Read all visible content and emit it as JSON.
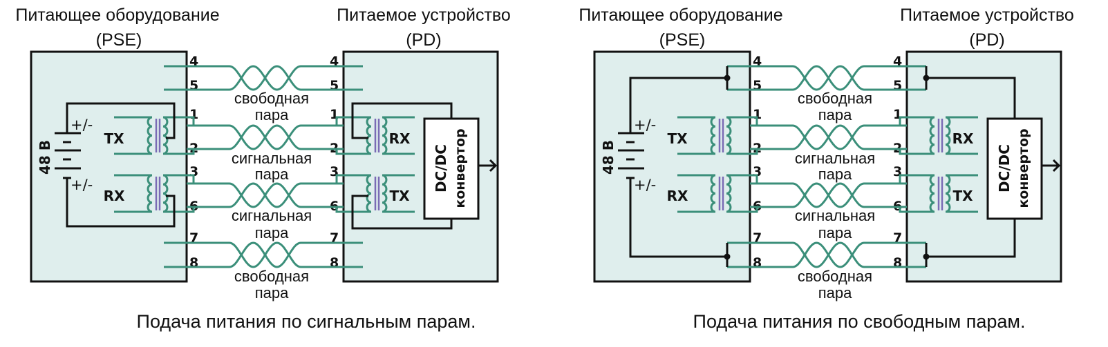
{
  "colors": {
    "box_fill": "#dfeeed",
    "wire": "#3b8f7a",
    "core": "#7a6bb5",
    "line": "#111111"
  },
  "diagrams": [
    {
      "id": "signal",
      "pse_title": "Питающее оборудование",
      "pse_abbr": "(PSE)",
      "pd_title": "Питаемое устройство",
      "pd_abbr": "(PD)",
      "pins": [
        "4",
        "5",
        "1",
        "2",
        "3",
        "6",
        "7",
        "8"
      ],
      "pair_labels": [
        {
          "line1": "свободная",
          "line2": "пара"
        },
        {
          "line1": "сигнальная",
          "line2": "пара"
        },
        {
          "line1": "сигнальная",
          "line2": "пара"
        },
        {
          "line1": "свободная",
          "line2": "пара"
        }
      ],
      "battery_label": "48 В",
      "polarity_top": "+/-",
      "polarity_bottom": "+/-",
      "pse_tx": "TX",
      "pse_rx": "RX",
      "pd_rx": "RX",
      "pd_tx": "TX",
      "converter_line1": "DC/DC",
      "converter_line2": "конвертор",
      "caption": "Подача питания по сигнальным парам.",
      "powered_pairs": "signal"
    },
    {
      "id": "spare",
      "pse_title": "Питающее оборудование",
      "pse_abbr": "(PSE)",
      "pd_title": "Питаемое устройство",
      "pd_abbr": "(PD)",
      "pins": [
        "4",
        "5",
        "1",
        "2",
        "3",
        "6",
        "7",
        "8"
      ],
      "pair_labels": [
        {
          "line1": "свободная",
          "line2": "пара"
        },
        {
          "line1": "сигнальная",
          "line2": "пара"
        },
        {
          "line1": "сигнальная",
          "line2": "пара"
        },
        {
          "line1": "свободная",
          "line2": "пара"
        }
      ],
      "battery_label": "48 В",
      "polarity_top": "+/-",
      "polarity_bottom": "+/-",
      "pse_tx": "TX",
      "pse_rx": "RX",
      "pd_rx": "RX",
      "pd_tx": "TX",
      "converter_line1": "DC/DC",
      "converter_line2": "конвертор",
      "caption": "Подача питания по свободным парам.",
      "powered_pairs": "spare"
    }
  ]
}
